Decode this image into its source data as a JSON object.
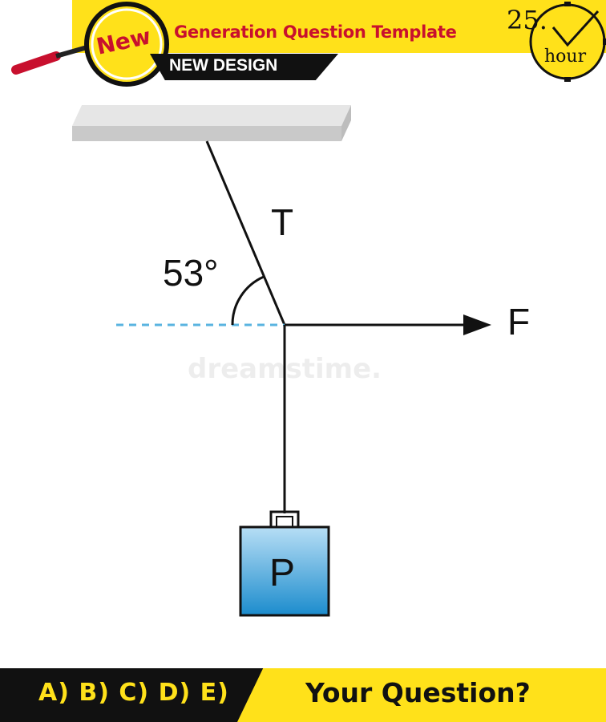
{
  "header": {
    "badge": "New",
    "title": "Generation Question Template",
    "subtitle": "NEW DESIGN",
    "clock_number": "25.",
    "clock_unit": "hour"
  },
  "diagram": {
    "tension_label": "T",
    "angle_label": "53°",
    "force_label": "F",
    "weight_label": "P",
    "watermark": "dreamstime."
  },
  "footer": {
    "answers": "A) B) C) D) E)",
    "question": "Your Question?"
  },
  "colors": {
    "banner_yellow": "#ffe11a",
    "title_red": "#c8102e",
    "weight_blue_top": "#a9d6f2",
    "weight_blue_bottom": "#1f8fd0",
    "dashed_line": "#5ab4e0"
  }
}
